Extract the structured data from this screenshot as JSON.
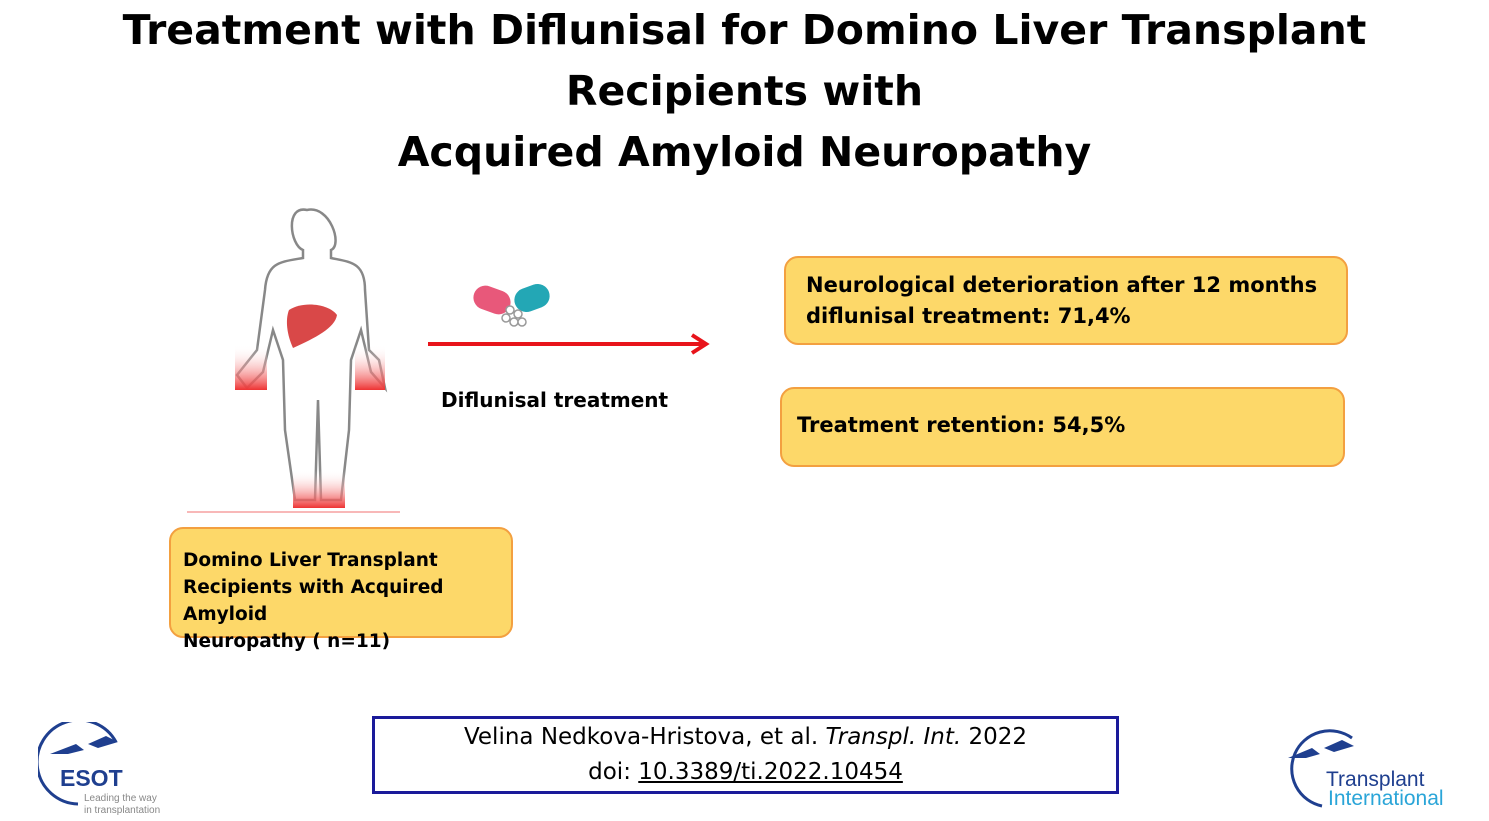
{
  "title": {
    "line1": "Treatment with Diflunisal for Domino Liver Transplant Recipients with",
    "line2": "Acquired Amyloid Neuropathy"
  },
  "population_box": {
    "line1": "Domino Liver Transplant",
    "line2": "Recipients with Acquired Amyloid",
    "line3": "Neuropathy ( n=11)"
  },
  "treatment_label": "Diflunisal treatment",
  "results": [
    {
      "line1": "Neurological deterioration after 12 months",
      "line2": "diflunisal treatment: 71,4%"
    },
    {
      "line1": "Treatment retention: 54,5%"
    }
  ],
  "citation": {
    "authors": "Velina Nedkova-Hristova, et al.",
    "journal": "Transpl. Int.",
    "year": "2022",
    "doi_label": "doi:",
    "doi": "10.3389/ti.2022.10454"
  },
  "logos": {
    "esot": {
      "name": "ESOT",
      "tagline1": "Leading the way",
      "tagline2": "in transplantation"
    },
    "journal": {
      "line1": "Transplant",
      "line2": "International"
    }
  },
  "colors": {
    "box_fill": "#fdd869",
    "box_border": "#f3a040",
    "arrow": "#e8141b",
    "brand_blue": "#1f3f8f"
  }
}
